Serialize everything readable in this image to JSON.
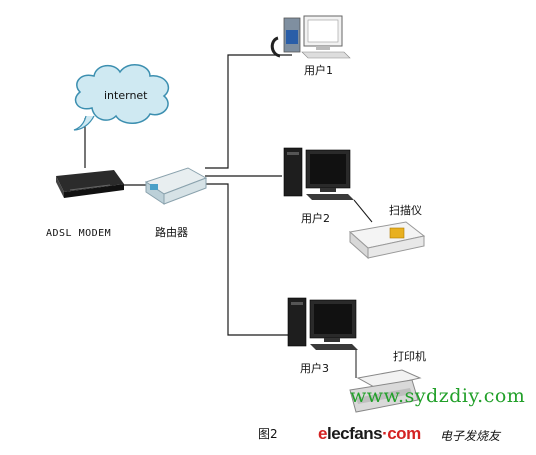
{
  "nodes": {
    "internet": "internet",
    "modem": "ADSL MODEM",
    "router": "路由器",
    "user1": "用户1",
    "user2": "用户2",
    "user3": "用户3",
    "scanner": "扫描仪",
    "printer": "打印机"
  },
  "caption": "图2",
  "watermark": "www.sydzdiy.com",
  "brand": {
    "e": "e",
    "mid": "lecfans",
    "dot_com": "·com",
    "cn": "电子发烧友"
  },
  "colors": {
    "line": "#1a1a1a",
    "cloud_fill": "#cfe9f2",
    "cloud_stroke": "#3c8fb0",
    "watermark": "#22a02a",
    "brand_red": "#d42323"
  }
}
